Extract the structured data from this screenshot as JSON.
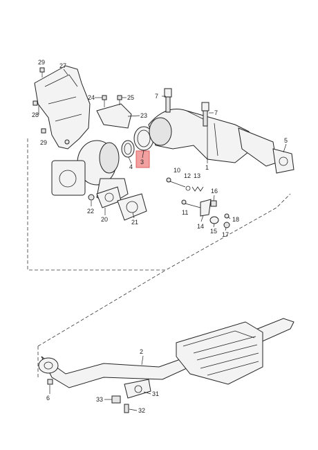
{
  "highlight": {
    "label": "3",
    "color": "#f2a0a0",
    "border": "#e06060"
  },
  "labels": [
    "29",
    "27",
    "24",
    "25",
    "7",
    "7",
    "23",
    "28",
    "29",
    "4",
    "3",
    "5",
    "1",
    "10",
    "12",
    "13",
    "16",
    "22",
    "20",
    "21",
    "11",
    "14",
    "15",
    "18",
    "17",
    "2",
    "6",
    "33",
    "31",
    "32"
  ]
}
